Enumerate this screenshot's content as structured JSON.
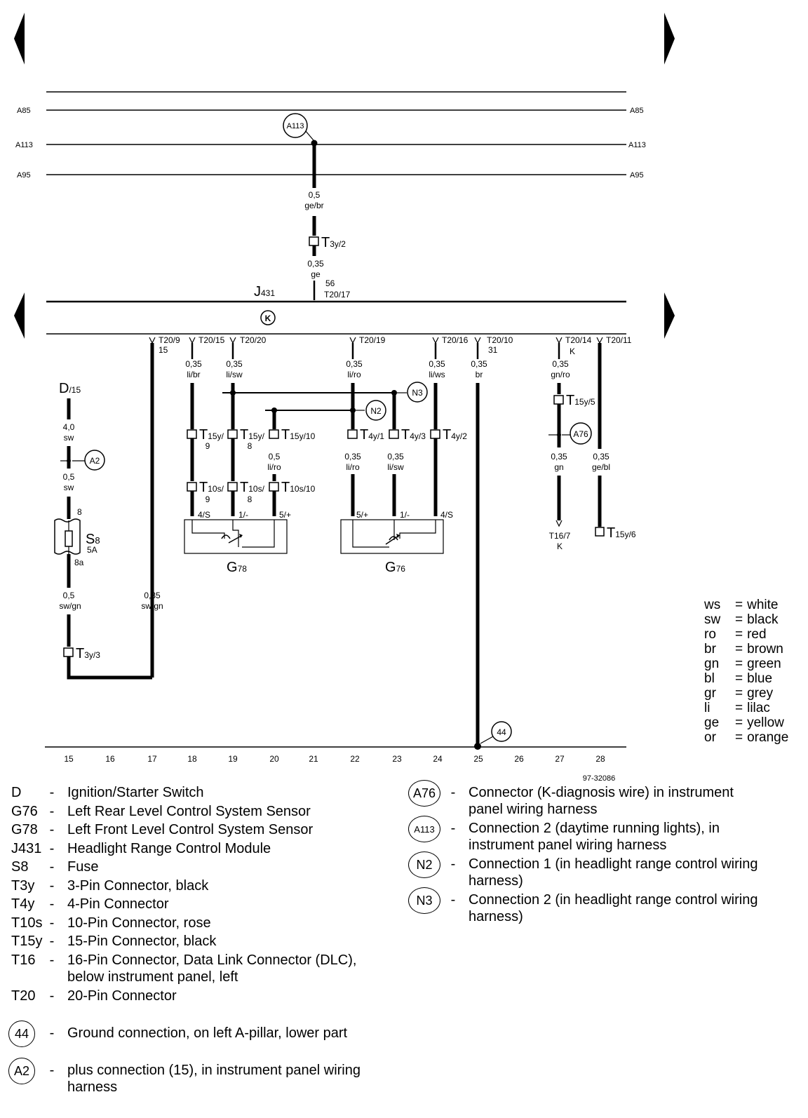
{
  "figure_id": "97-32086",
  "buses": {
    "a85": "A85",
    "a113": "A113",
    "a95": "A95"
  },
  "module": {
    "code": "J",
    "sub": "431",
    "k_symbol": "K"
  },
  "top_circuit": {
    "node": "A113",
    "w1_size": "0,5",
    "w1_color": "ge/br",
    "conn": "T",
    "conn_sub": "3y/2",
    "w2_size": "0,35",
    "w2_color": "ge",
    "term_num": "56",
    "term": "T20/17"
  },
  "terminals": {
    "t20_9": "T20/9",
    "t20_9_num": "15",
    "t20_15": "T20/15",
    "t20_20": "T20/20",
    "t20_19": "T20/19",
    "t20_16": "T20/16",
    "t20_10": "T20/10",
    "t20_10_num": "31",
    "t20_14": "T20/14",
    "t20_14_num": "K",
    "t20_11": "T20/11"
  },
  "wires": {
    "w18_size": "0,35",
    "w18_color": "li/br",
    "w19_size": "0,35",
    "w19_color": "li/sw",
    "w22_size": "0,35",
    "w22_color": "li/ro",
    "w24_size": "0,35",
    "w24_color": "li/ws",
    "w25_size": "0,35",
    "w25_color": "br",
    "w27_size": "0,35",
    "w27_color": "gn/ro",
    "w27b_size": "0,35",
    "w27b_color": "gn",
    "w28_size": "0,35",
    "w28_color": "ge/bl",
    "w20_size": "0,5",
    "w20_color": "li/ro",
    "w22b_size": "0,35",
    "w22b_color": "li/ro",
    "w23_size": "0,35",
    "w23_color": "li/sw",
    "d_top_size": "4,0",
    "d_top_color": "sw",
    "d_mid_size": "0,5",
    "d_mid_color": "sw",
    "d_bot_size": "0,5",
    "d_bot_color": "sw/gn",
    "w17_size": "0,35",
    "w17_color": "sw/gn"
  },
  "connectors": {
    "t15y9": "T",
    "t15y9_sub": "15y/",
    "t15y9_num": "9",
    "t15y8": "T",
    "t15y8_sub": "15y/",
    "t15y8_num": "8",
    "t15y10": "T",
    "t15y10_sub": "15y/10",
    "t10s9": "T",
    "t10s9_sub": "10s/",
    "t10s9_num": "9",
    "t10s8": "T",
    "t10s8_sub": "10s/",
    "t10s8_num": "8",
    "t10s10": "T",
    "t10s10_sub": "10s/10",
    "t4y1": "T",
    "t4y1_sub": "4y/1",
    "t4y3": "T",
    "t4y3_sub": "4y/3",
    "t4y2": "T",
    "t4y2_sub": "4y/2",
    "t15y5": "T",
    "t15y5_sub": "15y/5",
    "t15y6": "T",
    "t15y6_sub": "15y/6",
    "t3y3": "T",
    "t3y3_sub": "3y/3",
    "t16_7": "T16/7",
    "t16_7_k": "K"
  },
  "nodes": {
    "n2": "N2",
    "n3": "N3",
    "a76": "A76",
    "a2": "A2",
    "g44": "44"
  },
  "sensors": {
    "g78": "G",
    "g78_sub": "78",
    "g76": "G",
    "g76_sub": "76",
    "pin_4s": "4/S",
    "pin_1m": "1/-",
    "pin_5p": "5/+"
  },
  "fuse": {
    "code": "S",
    "sub": "8",
    "rating": "5A",
    "pin_in": "8",
    "pin_out": "8a"
  },
  "ignition": {
    "code": "D",
    "sub": "/15"
  },
  "scale": [
    "15",
    "16",
    "17",
    "18",
    "19",
    "20",
    "21",
    "22",
    "23",
    "24",
    "25",
    "26",
    "27",
    "28"
  ],
  "legend": [
    {
      "code": "D",
      "desc": "Ignition/Starter Switch"
    },
    {
      "code": "G76",
      "desc": "Left Rear Level Control System Sensor"
    },
    {
      "code": "G78",
      "desc": "Left Front Level Control System Sensor"
    },
    {
      "code": "J431",
      "desc": "Headlight Range Control Module"
    },
    {
      "code": "S8",
      "desc": "Fuse"
    },
    {
      "code": "T3y",
      "desc": "3-Pin Connector, black"
    },
    {
      "code": "T4y",
      "desc": "4-Pin Connector"
    },
    {
      "code": "T10s",
      "desc": "10-Pin Connector, rose"
    },
    {
      "code": "T15y",
      "desc": "15-Pin Connector, black"
    },
    {
      "code": "T16",
      "desc": "16-Pin Connector, Data Link Connector (DLC),",
      "desc2": "below instrument panel, left"
    },
    {
      "code": "T20",
      "desc": "20-Pin Connector"
    }
  ],
  "legend_circles": [
    {
      "code": "44",
      "desc": "Ground connection, on left A-pillar, lower part"
    },
    {
      "code": "A2",
      "desc": "plus connection (15), in instrument panel wiring",
      "desc2": "harness"
    }
  ],
  "legend_right": [
    {
      "code": "A76",
      "desc": "Connector (K-diagnosis wire) in instrument",
      "desc2": "panel wiring harness"
    },
    {
      "code": "A113",
      "desc": "Connection 2 (daytime running lights), in",
      "desc2": "instrument panel wiring harness"
    },
    {
      "code": "N2",
      "desc": "Connection 1 (in headlight range control wiring",
      "desc2": "harness)"
    },
    {
      "code": "N3",
      "desc": "Connection 2 (in headlight range control wiring",
      "desc2": "harness)"
    }
  ],
  "dash": "-",
  "color_codes": [
    {
      "code": "ws",
      "eq": "=",
      "name": "white"
    },
    {
      "code": "sw",
      "eq": "=",
      "name": "black"
    },
    {
      "code": "ro",
      "eq": "=",
      "name": "red"
    },
    {
      "code": "br",
      "eq": "=",
      "name": "brown"
    },
    {
      "code": "gn",
      "eq": "=",
      "name": "green"
    },
    {
      "code": "bl",
      "eq": "=",
      "name": "blue"
    },
    {
      "code": "gr",
      "eq": "=",
      "name": "grey"
    },
    {
      "code": "li",
      "eq": "=",
      "name": "lilac"
    },
    {
      "code": "ge",
      "eq": "=",
      "name": "yellow"
    },
    {
      "code": "or",
      "eq": "=",
      "name": "orange"
    }
  ]
}
